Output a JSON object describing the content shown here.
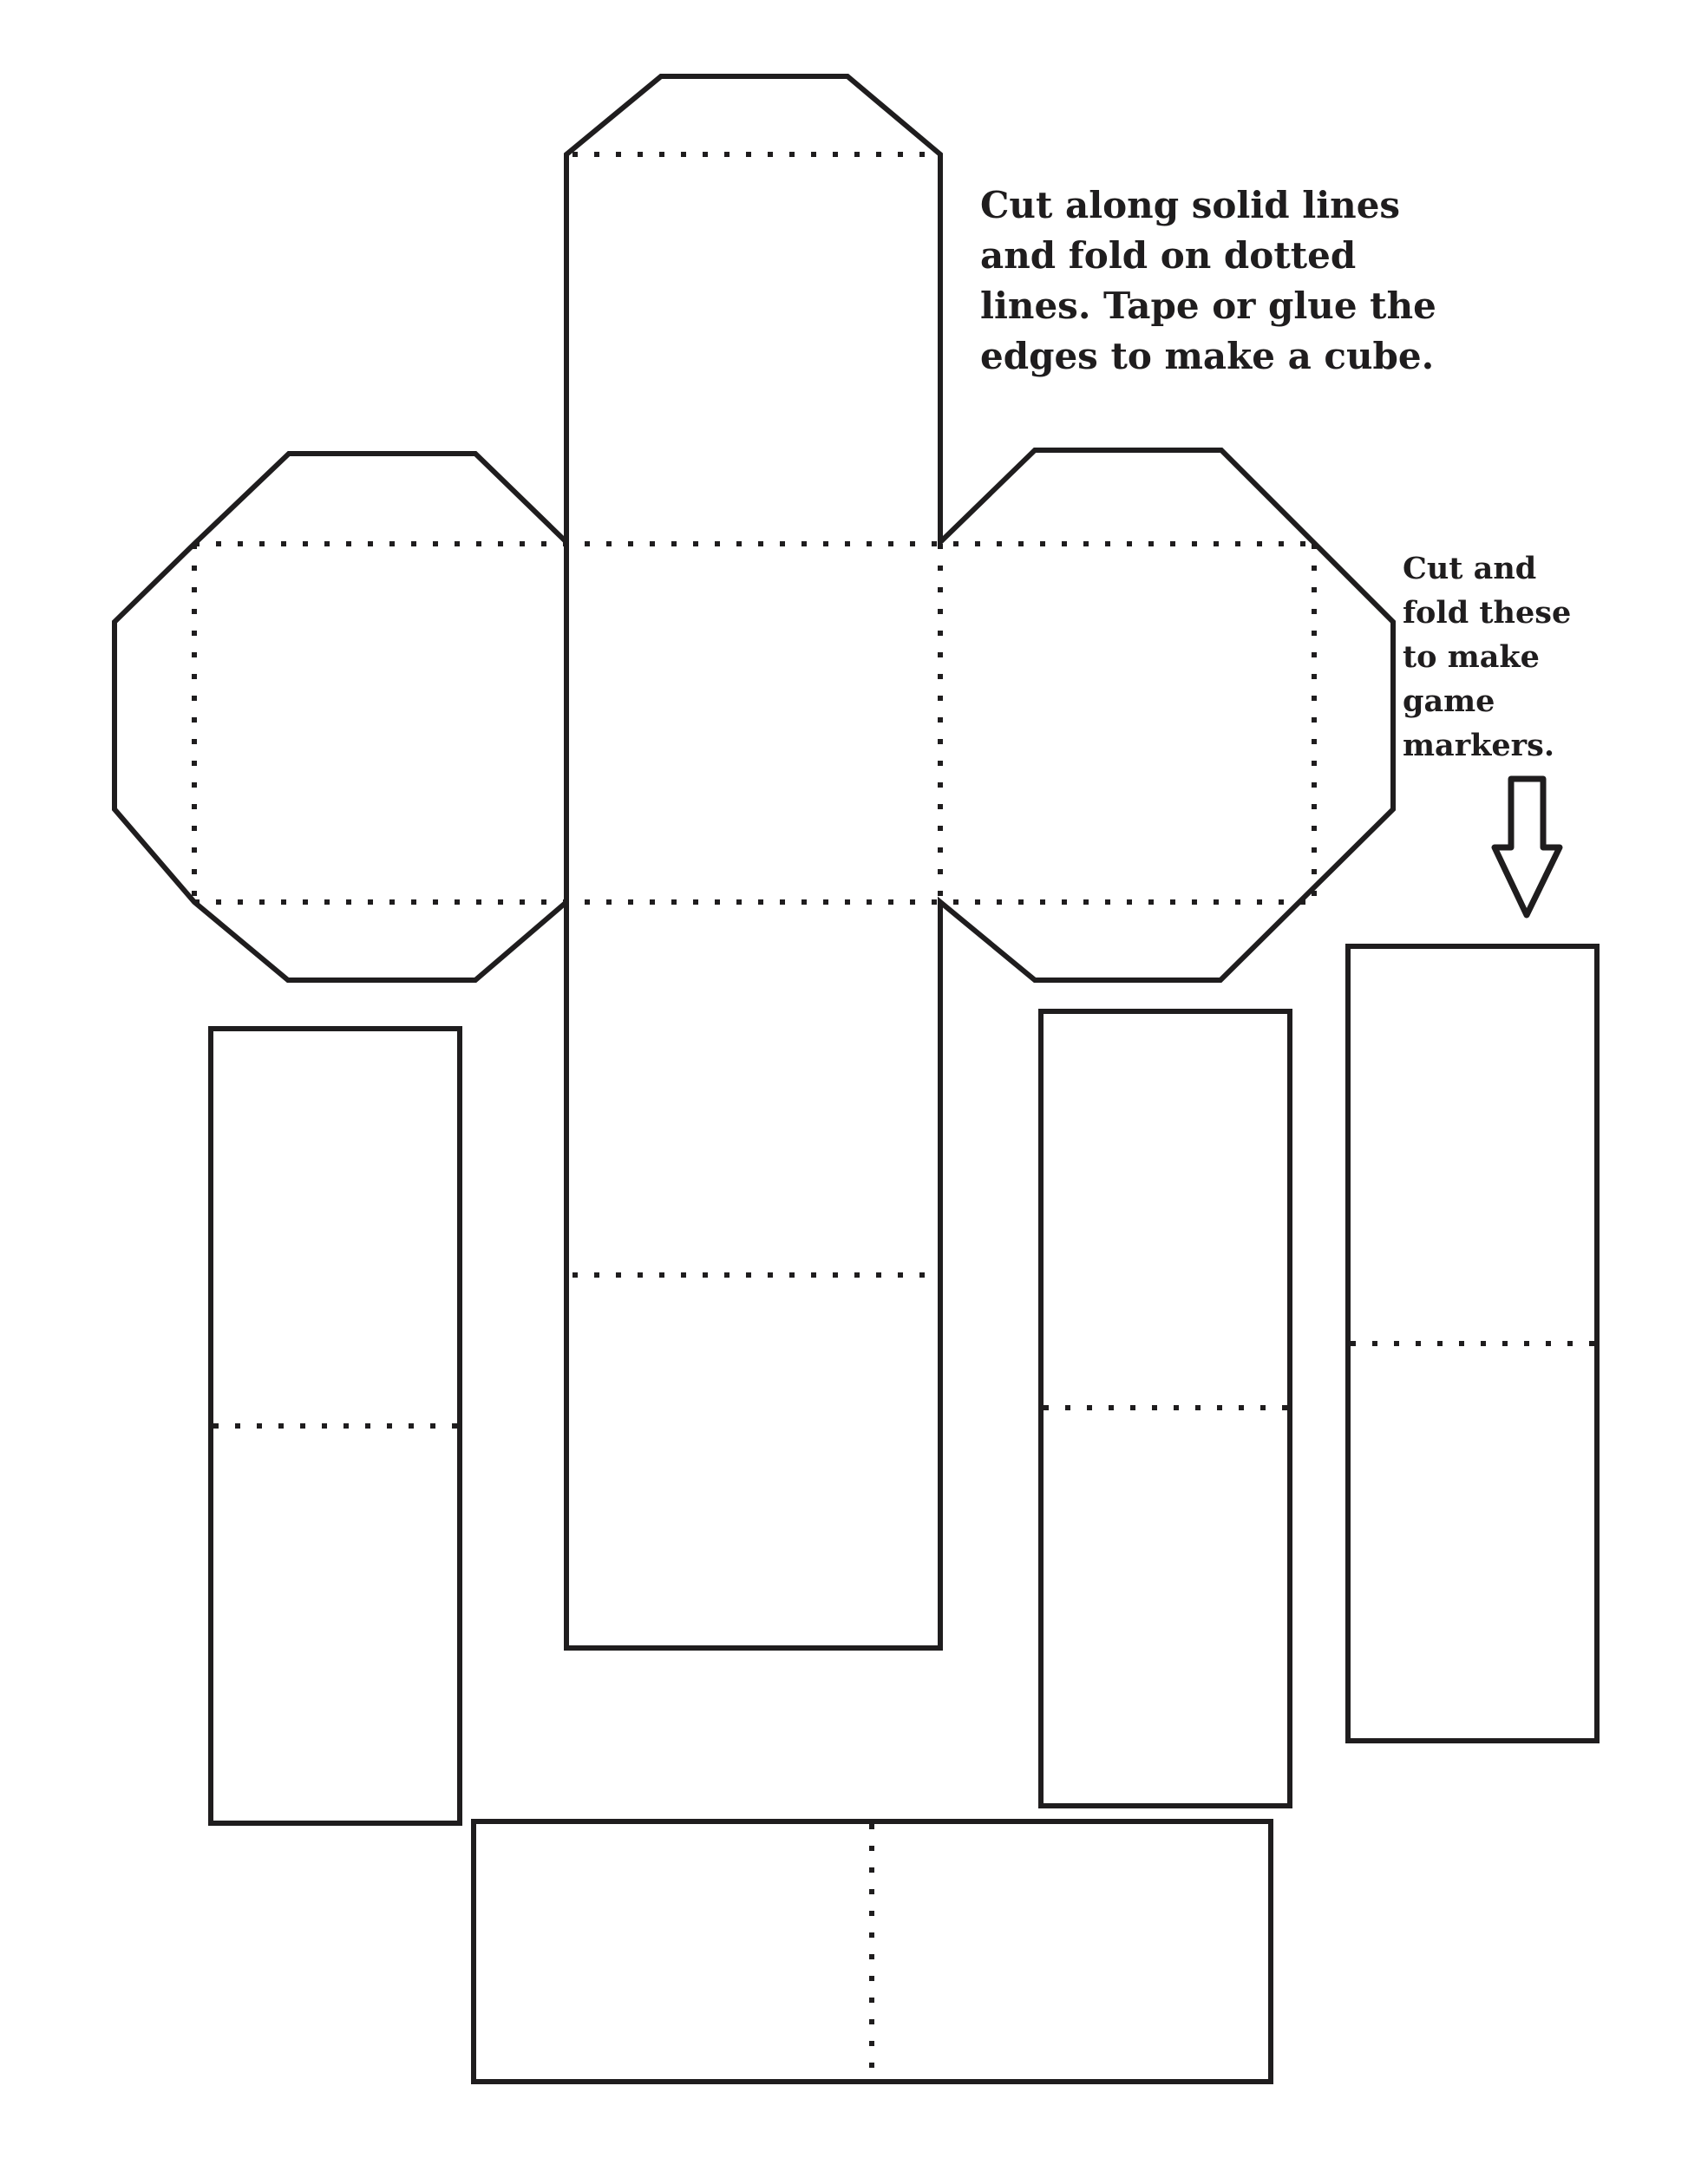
{
  "page": {
    "title": "Cube and game markers cut-out template",
    "background": "#ffffff",
    "ink_color": "#1f1d1e"
  },
  "instructions": {
    "main": "Cut along solid lines\nand fold on dotted\nlines. Tape or glue the\nedges to make a cube.",
    "markers": "Cut and\nfold these\nto make\ngame\nmarkers."
  },
  "cube_net": {
    "description": "Cross-shaped cube net with four beveled tabs and folding lines",
    "faces": [
      "top-tab",
      "left-face",
      "center-face",
      "right-face",
      "bottom-face-upper",
      "bottom-face-lower"
    ]
  },
  "markers": [
    {
      "id": "marker-left",
      "orientation": "vertical",
      "fold": "horizontal"
    },
    {
      "id": "marker-middle-right",
      "orientation": "vertical",
      "fold": "horizontal"
    },
    {
      "id": "marker-far-right",
      "orientation": "vertical",
      "fold": "horizontal"
    },
    {
      "id": "marker-bottom",
      "orientation": "horizontal",
      "fold": "vertical"
    }
  ],
  "legend": {
    "solid_line": "cut",
    "dotted_line": "fold"
  },
  "arrow": {
    "icon": "down-arrow-icon",
    "points_to": "marker-far-right"
  }
}
